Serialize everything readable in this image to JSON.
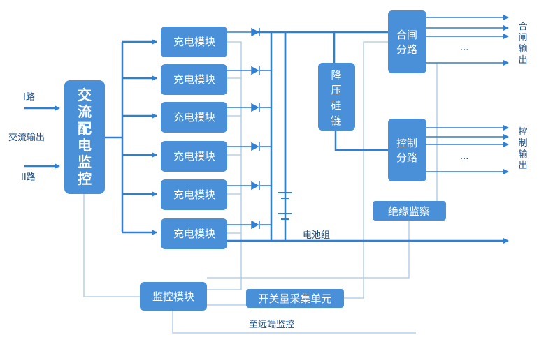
{
  "inputs": {
    "line1": "I路",
    "label": "交流输出",
    "line2": "II路"
  },
  "ac_monitor": {
    "chars": [
      "交",
      "流",
      "配",
      "电",
      "监",
      "控"
    ]
  },
  "charge_modules": [
    "充电模块",
    "充电模块",
    "充电模块",
    "充电模块",
    "充电模块",
    "充电模块"
  ],
  "silicon_chain": {
    "chars": [
      "降",
      "压",
      "硅",
      "链"
    ]
  },
  "closing_branch": {
    "line1": "合闸",
    "line2": "分路"
  },
  "control_branch": {
    "line1": "控制",
    "line2": "分路"
  },
  "closing_output": {
    "chars": [
      "合",
      "闸",
      "输",
      "出"
    ]
  },
  "control_output": {
    "chars": [
      "控",
      "制",
      "输",
      "出"
    ]
  },
  "ellipsis": "···",
  "battery_label": "电池组",
  "insulation_monitor": "绝缘监察",
  "monitor_module": "监控模块",
  "switch_acquisition": "开关量采集单元",
  "remote_label": "至远端监控",
  "colors": {
    "box": "#4a90d9",
    "main_line": "#2f7fd2",
    "thin_line": "#a9c8e6",
    "text": "#1a4f8a"
  }
}
